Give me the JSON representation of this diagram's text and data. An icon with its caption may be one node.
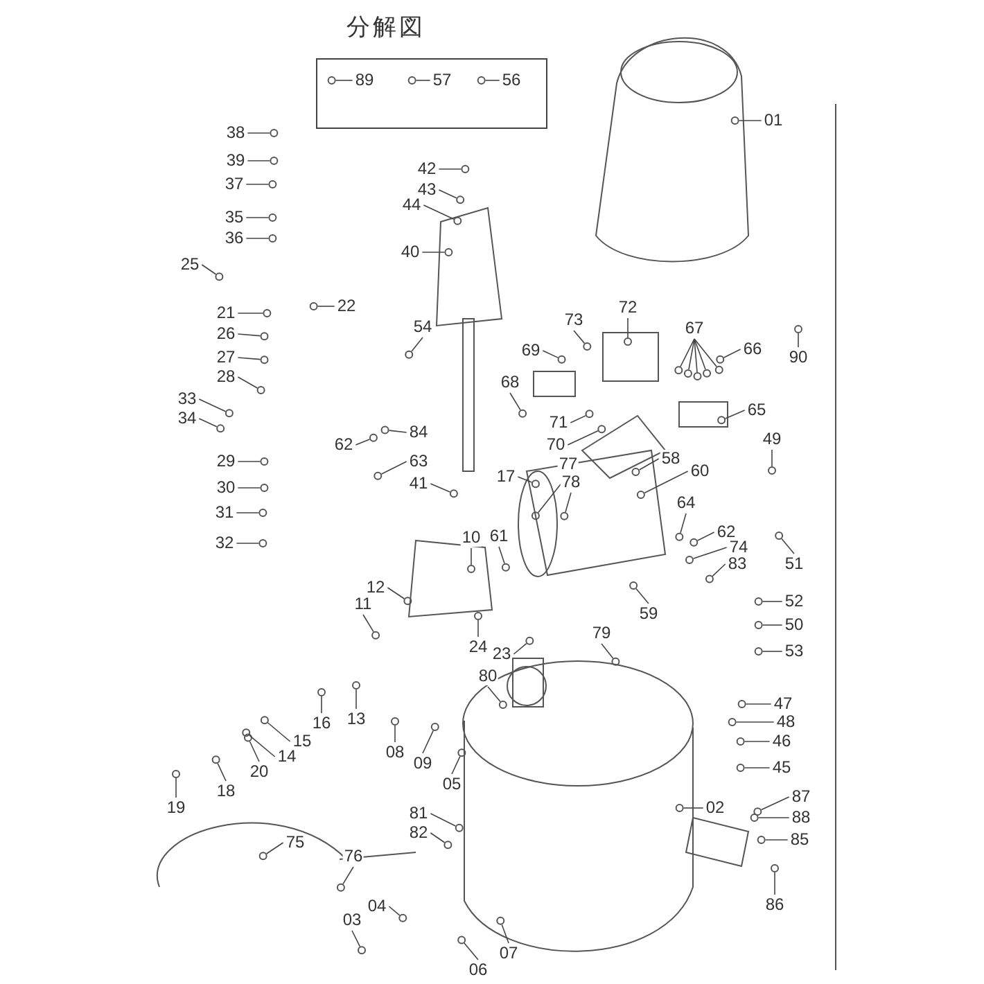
{
  "diagram": {
    "title": "分解図",
    "nodes": [
      {
        "text": [],
        "shape": "box"
      },
      {
        "text": [
          "89"
        ],
        "in": 0
      },
      {
        "text": [
          "57"
        ],
        "in": 0
      },
      {
        "text": [
          "56"
        ],
        "in": 0
      },
      {
        "text": [
          "01"
        ]
      },
      {
        "text": [
          "38"
        ]
      },
      {
        "text": [
          "42"
        ]
      },
      {
        "text": [
          "39"
        ]
      },
      {
        "text": [
          "37"
        ]
      },
      {
        "text": [
          "43"
        ]
      },
      {
        "text": [
          "44"
        ]
      },
      {
        "text": [
          "35"
        ]
      },
      {
        "text": [
          "36"
        ]
      },
      {
        "text": [
          "40"
        ]
      },
      {
        "text": [
          "25"
        ]
      },
      {
        "text": [
          "22"
        ]
      },
      {
        "text": [
          "72"
        ]
      },
      {
        "text": [
          "21"
        ]
      },
      {
        "text": [
          "73"
        ]
      },
      {
        "text": [
          "54"
        ]
      },
      {
        "text": [
          "67"
        ]
      },
      {
        "text": [
          "26"
        ]
      },
      {
        "text": [
          "66"
        ]
      },
      {
        "text": [
          "69"
        ]
      },
      {
        "text": [
          "27"
        ]
      },
      {
        "text": [
          "90"
        ]
      },
      {
        "text": [
          "28"
        ]
      },
      {
        "text": [
          "68"
        ]
      },
      {
        "text": [
          "33"
        ]
      },
      {
        "text": [
          "65"
        ]
      },
      {
        "text": [
          "34"
        ]
      },
      {
        "text": [
          "71"
        ]
      },
      {
        "text": [
          "84"
        ]
      },
      {
        "text": [
          "49"
        ]
      },
      {
        "text": [
          "62"
        ]
      },
      {
        "text": [
          "70"
        ]
      },
      {
        "text": [
          "58"
        ]
      },
      {
        "text": [
          "29"
        ]
      },
      {
        "text": [
          "63"
        ]
      },
      {
        "text": [
          "77"
        ]
      },
      {
        "text": [
          "60"
        ]
      },
      {
        "text": [
          "17"
        ]
      },
      {
        "text": [
          "78"
        ]
      },
      {
        "text": [
          "41"
        ]
      },
      {
        "text": [
          "30"
        ]
      },
      {
        "text": [
          "64"
        ]
      },
      {
        "text": [
          "31"
        ]
      },
      {
        "text": [
          "62"
        ]
      },
      {
        "text": [
          "10"
        ]
      },
      {
        "text": [
          "61"
        ]
      },
      {
        "text": [
          "32"
        ]
      },
      {
        "text": [
          "74"
        ]
      },
      {
        "text": [
          "83"
        ]
      },
      {
        "text": [
          "51"
        ]
      },
      {
        "text": [
          "12"
        ]
      },
      {
        "text": [
          "52"
        ]
      },
      {
        "text": [
          "11"
        ]
      },
      {
        "text": [
          "59"
        ]
      },
      {
        "text": [
          "50"
        ]
      },
      {
        "text": [
          "79"
        ]
      },
      {
        "text": [
          "24"
        ]
      },
      {
        "text": [
          "23"
        ]
      },
      {
        "text": [
          "53"
        ]
      },
      {
        "text": [
          "80"
        ]
      },
      {
        "text": [
          "47"
        ]
      },
      {
        "text": [
          "13"
        ]
      },
      {
        "text": [
          "48"
        ]
      },
      {
        "text": [
          "16"
        ]
      },
      {
        "text": [
          "15"
        ]
      },
      {
        "text": [
          "46"
        ]
      },
      {
        "text": [
          "08"
        ]
      },
      {
        "text": [
          "14"
        ]
      },
      {
        "text": [
          "09"
        ]
      },
      {
        "text": [
          "45"
        ]
      },
      {
        "text": [
          "20"
        ]
      },
      {
        "text": [
          "05"
        ]
      },
      {
        "text": [
          "18"
        ]
      },
      {
        "text": [
          "87"
        ]
      },
      {
        "text": [
          "02"
        ]
      },
      {
        "text": [
          "19"
        ]
      },
      {
        "text": [
          "81"
        ]
      },
      {
        "text": [
          "88"
        ]
      },
      {
        "text": [
          "82"
        ]
      },
      {
        "text": [
          "85"
        ]
      },
      {
        "text": [
          "75"
        ]
      },
      {
        "text": [
          "76"
        ]
      },
      {
        "text": [
          "86"
        ]
      },
      {
        "text": [
          "04"
        ]
      },
      {
        "text": [
          "03"
        ]
      },
      {
        "text": [
          "07"
        ]
      },
      {
        "text": [
          "06"
        ]
      }
    ],
    "edges": [
      {
        "from": 1,
        "to": null,
        "arrow": "none"
      },
      {
        "from": 2,
        "to": null,
        "arrow": "none"
      },
      {
        "from": 3,
        "to": null,
        "arrow": "none"
      },
      {
        "from": 4,
        "to": null,
        "arrow": "none"
      },
      {
        "from": 5,
        "to": null,
        "arrow": "none"
      },
      {
        "from": 6,
        "to": null,
        "arrow": "none"
      },
      {
        "from": 7,
        "to": null,
        "arrow": "none"
      },
      {
        "from": 8,
        "to": null,
        "arrow": "none"
      },
      {
        "from": 9,
        "to": null,
        "arrow": "none"
      },
      {
        "from": 10,
        "to": null,
        "arrow": "none"
      },
      {
        "from": 11,
        "to": null,
        "arrow": "none"
      },
      {
        "from": 12,
        "to": null,
        "arrow": "none"
      },
      {
        "from": 13,
        "to": null,
        "arrow": "none"
      },
      {
        "from": 14,
        "to": null,
        "arrow": "none"
      },
      {
        "from": 15,
        "to": null,
        "arrow": "none"
      },
      {
        "from": 16,
        "to": null,
        "arrow": "none"
      },
      {
        "from": 17,
        "to": null,
        "arrow": "none"
      },
      {
        "from": 18,
        "to": null,
        "arrow": "none"
      },
      {
        "from": 19,
        "to": null,
        "arrow": "none"
      },
      {
        "from": 20,
        "to": null,
        "arrow": "none"
      },
      {
        "from": 20,
        "to": null,
        "arrow": "none"
      },
      {
        "from": 20,
        "to": null,
        "arrow": "none"
      },
      {
        "from": 20,
        "to": null,
        "arrow": "none"
      },
      {
        "from": 20,
        "to": null,
        "arrow": "none"
      },
      {
        "from": 21,
        "to": null,
        "arrow": "none"
      },
      {
        "from": 22,
        "to": null,
        "arrow": "none"
      },
      {
        "from": 23,
        "to": null,
        "arrow": "none"
      },
      {
        "from": 24,
        "to": null,
        "arrow": "none"
      },
      {
        "from": 25,
        "to": null,
        "arrow": "none"
      },
      {
        "from": 26,
        "to": null,
        "arrow": "none"
      },
      {
        "from": 27,
        "to": null,
        "arrow": "none"
      },
      {
        "from": 28,
        "to": null,
        "arrow": "none"
      },
      {
        "from": 29,
        "to": null,
        "arrow": "none"
      },
      {
        "from": 30,
        "to": null,
        "arrow": "none"
      },
      {
        "from": 31,
        "to": null,
        "arrow": "none"
      },
      {
        "from": 32,
        "to": null,
        "arrow": "none"
      },
      {
        "from": 33,
        "to": null,
        "arrow": "none"
      },
      {
        "from": 34,
        "to": null,
        "arrow": "none"
      },
      {
        "from": 35,
        "to": null,
        "arrow": "none"
      },
      {
        "from": 36,
        "to": null,
        "arrow": "none"
      },
      {
        "from": 37,
        "to": null,
        "arrow": "none"
      },
      {
        "from": 38,
        "to": null,
        "arrow": "none"
      },
      {
        "from": 39,
        "to": null,
        "arrow": "none"
      },
      {
        "from": 40,
        "to": null,
        "arrow": "none"
      },
      {
        "from": 41,
        "to": null,
        "arrow": "none"
      },
      {
        "from": 42,
        "to": null,
        "arrow": "none"
      },
      {
        "from": 43,
        "to": null,
        "arrow": "none"
      },
      {
        "from": 44,
        "to": null,
        "arrow": "none"
      },
      {
        "from": 45,
        "to": null,
        "arrow": "none"
      },
      {
        "from": 46,
        "to": null,
        "arrow": "none"
      },
      {
        "from": 47,
        "to": null,
        "arrow": "none"
      },
      {
        "from": 48,
        "to": null,
        "arrow": "none"
      },
      {
        "from": 49,
        "to": null,
        "arrow": "none"
      },
      {
        "from": 50,
        "to": null,
        "arrow": "none"
      },
      {
        "from": 51,
        "to": null,
        "arrow": "none"
      },
      {
        "from": 52,
        "to": null,
        "arrow": "none"
      },
      {
        "from": 53,
        "to": null,
        "arrow": "none"
      },
      {
        "from": 54,
        "to": null,
        "arrow": "none"
      },
      {
        "from": 55,
        "to": null,
        "arrow": "none"
      },
      {
        "from": 56,
        "to": null,
        "arrow": "none"
      },
      {
        "from": 57,
        "to": null,
        "arrow": "none"
      },
      {
        "from": 58,
        "to": null,
        "arrow": "none"
      },
      {
        "from": 59,
        "to": null,
        "arrow": "none"
      },
      {
        "from": 60,
        "to": null,
        "arrow": "none"
      },
      {
        "from": 61,
        "to": null,
        "arrow": "none"
      },
      {
        "from": 62,
        "to": null,
        "arrow": "none"
      },
      {
        "from": 63,
        "to": null,
        "arrow": "none"
      },
      {
        "from": 64,
        "to": null,
        "arrow": "none"
      },
      {
        "from": 65,
        "to": null,
        "arrow": "none"
      },
      {
        "from": 66,
        "to": null,
        "arrow": "none"
      },
      {
        "from": 67,
        "to": null,
        "arrow": "none"
      },
      {
        "from": 68,
        "to": null,
        "arrow": "none"
      },
      {
        "from": 69,
        "to": null,
        "arrow": "none"
      },
      {
        "from": 70,
        "to": null,
        "arrow": "none"
      },
      {
        "from": 71,
        "to": null,
        "arrow": "none"
      },
      {
        "from": 72,
        "to": null,
        "arrow": "none"
      },
      {
        "from": 73,
        "to": null,
        "arrow": "none"
      },
      {
        "from": 74,
        "to": null,
        "arrow": "none"
      },
      {
        "from": 75,
        "to": null,
        "arrow": "none"
      },
      {
        "from": 76,
        "to": null,
        "arrow": "none"
      },
      {
        "from": 77,
        "to": null,
        "arrow": "none"
      },
      {
        "from": 78,
        "to": null,
        "arrow": "none"
      },
      {
        "from": 79,
        "to": null,
        "arrow": "none"
      },
      {
        "from": 80,
        "to": null,
        "arrow": "none"
      },
      {
        "from": 81,
        "to": null,
        "arrow": "none"
      },
      {
        "from": 82,
        "to": null,
        "arrow": "none"
      },
      {
        "from": 83,
        "to": null,
        "arrow": "none"
      },
      {
        "from": 84,
        "to": null,
        "arrow": "none"
      },
      {
        "from": 85,
        "to": null,
        "arrow": "none"
      },
      {
        "from": 86,
        "to": null,
        "arrow": "none"
      },
      {
        "from": 87,
        "to": null,
        "arrow": "none"
      },
      {
        "from": 88,
        "to": null,
        "arrow": "none"
      },
      {
        "from": 89,
        "to": null,
        "arrow": "none"
      },
      {
        "from": 90,
        "to": null,
        "arrow": "none"
      }
    ]
  }
}
